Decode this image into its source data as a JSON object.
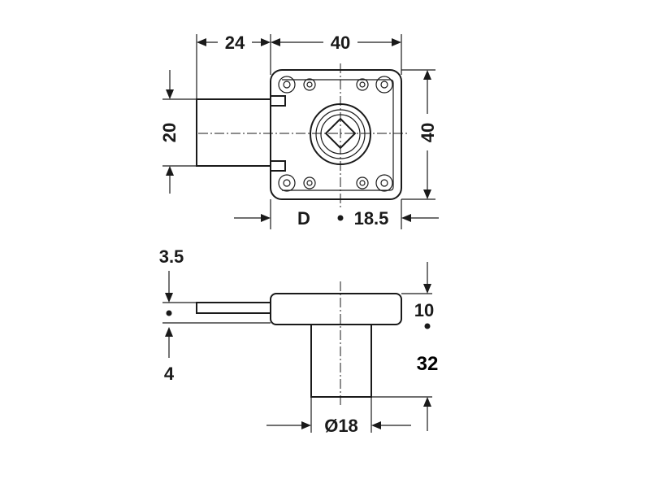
{
  "top_view": {
    "dim_bolt_projection": "24",
    "dim_width": "40",
    "dim_height": "40",
    "dim_bolt_height": "20",
    "label_d": "D",
    "dim_backset": "18.5"
  },
  "side_view": {
    "dim_bolt_thickness": "3.5",
    "dim_bolt_offset": "4",
    "dim_case_thickness": "10",
    "dim_cylinder_length": "32",
    "dim_cylinder_diameter": "Ø18"
  }
}
